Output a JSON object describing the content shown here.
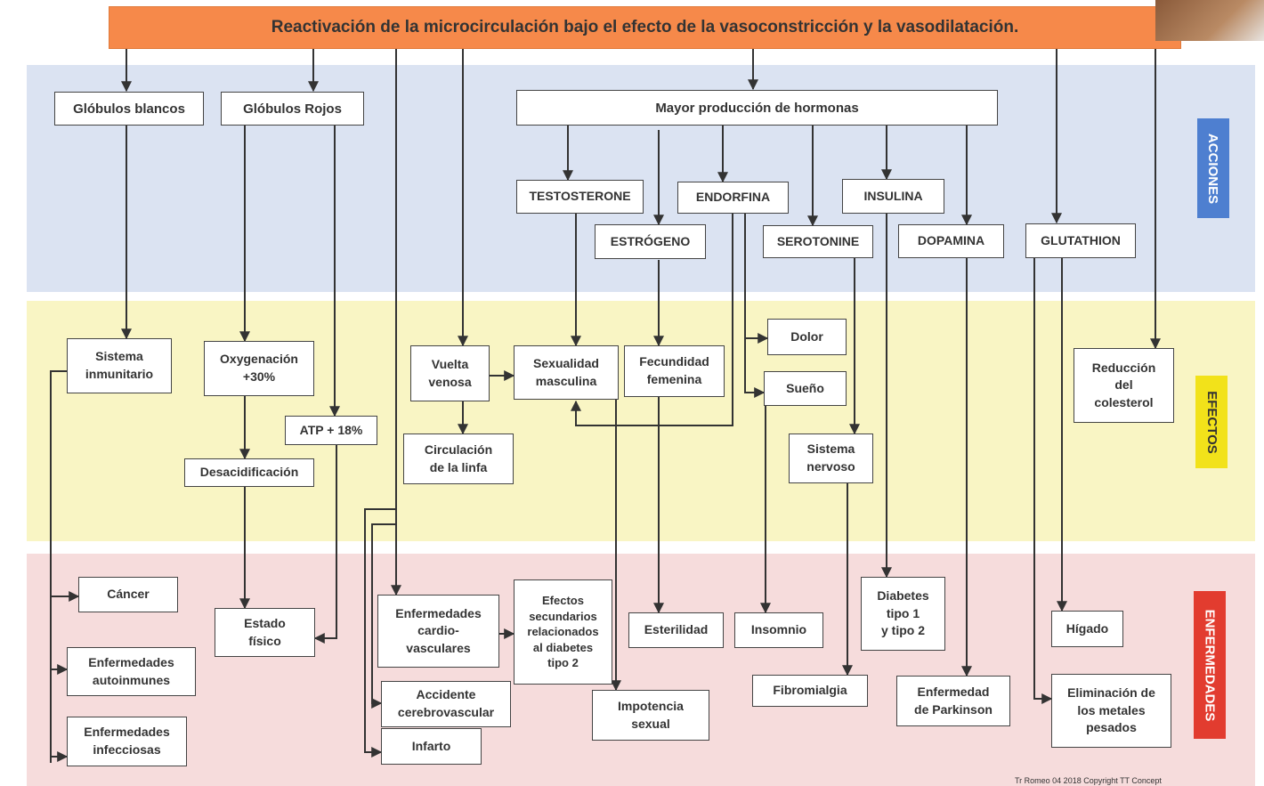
{
  "title": "Reactivación de la microcirculación bajo el efecto de la vasoconstricción y la vasodilatación.",
  "sections": {
    "acciones": "ACCIONES",
    "efectos": "EFECTOS",
    "enfermedades": "ENFERMEDADES"
  },
  "nodes": {
    "globulos_blancos": "Glóbulos blancos",
    "globulos_rojos": "Glóbulos Rojos",
    "mayor_produccion": "Mayor producción de hormonas",
    "testosterone": "TESTOSTERONE",
    "endorfina": "ENDORFINA",
    "insulina": "INSULINA",
    "estrogeno": "ESTRÓGENO",
    "serotonine": "SEROTONINE",
    "dopamina": "DOPAMINA",
    "glutathion": "GLUTATHION",
    "sistema_inmunitario": "Sistema\ninmunitario",
    "oxygenacion": "Oxygenación\n+30%",
    "atp": "ATP + 18%",
    "desacidificacion": "Desacidificación",
    "vuelta_venosa": "Vuelta\nvenosa",
    "sexualidad_masculina": "Sexualidad\nmasculina",
    "fecundidad_femenina": "Fecundidad\nfemenina",
    "dolor": "Dolor",
    "sueno": "Sueño",
    "circulacion_linfa": "Circulación\nde la linfa",
    "sistema_nervoso": "Sistema\nnervoso",
    "reduccion_colesterol": "Reducción\ndel\ncolesterol",
    "cancer": "Cáncer",
    "estado_fisico": "Estado\nfísico",
    "enf_autoinmunes": "Enfermedades\nautoinmunes",
    "enf_infecciosas": "Enfermedades\ninfecciosas",
    "enf_cardio": "Enfermedades\ncardio-\nvasculares",
    "efectos_diabetes": "Efectos\nsecundarios\nrelacionados\nal diabetes\ntipo 2",
    "accidente_cv": "Accidente\ncerebrovascular",
    "infarto": "Infarto",
    "impotencia": "Impotencia\nsexual",
    "esterilidad": "Esterilidad",
    "insomnio": "Insomnio",
    "fibromialgia": "Fibromialgia",
    "diabetes": "Diabetes\ntipo 1\ny tipo 2",
    "parkinson": "Enfermedad\nde Parkinson",
    "higado": "Hígado",
    "metales": "Eliminación de\nlos metales\npesados"
  },
  "footer": "Tr Romeo 04 2018 Copyright TT Concept",
  "colors": {
    "title_bar": "#f6894a",
    "acciones_band": "#dbe3f2",
    "efectos_band": "#f9f5c4",
    "enfermedades_band": "#f6dcdc",
    "acciones_label": "#4e7fd0",
    "efectos_label": "#f2e21a",
    "enfermedades_label": "#e23c2f"
  }
}
